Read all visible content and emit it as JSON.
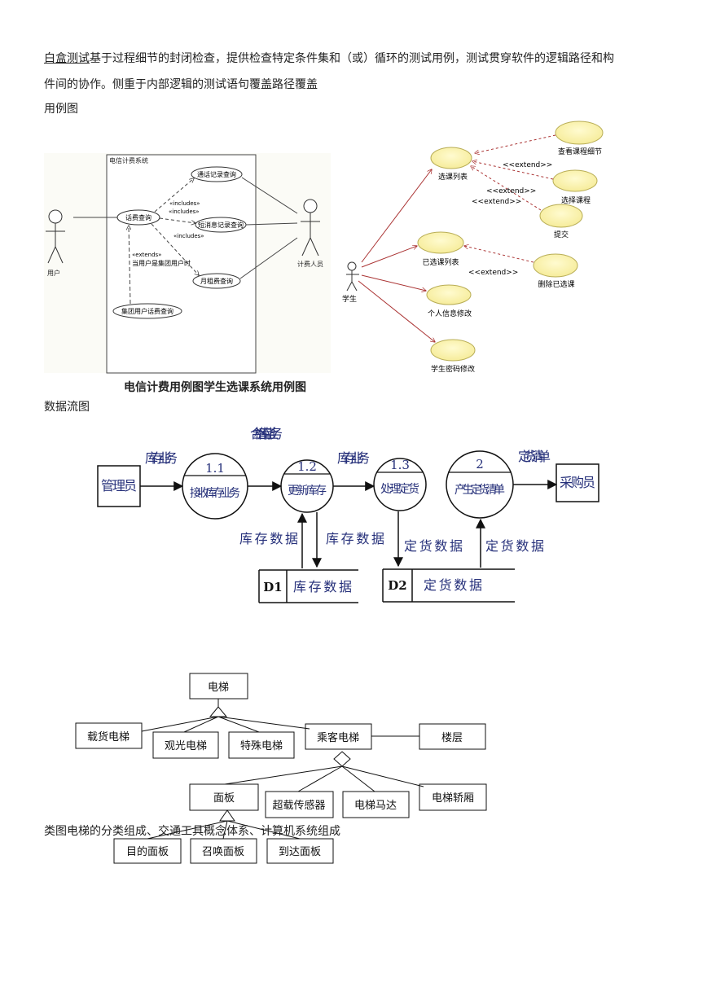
{
  "intro": {
    "term": "白盒测试",
    "line1_rest": "基于过程细节的封闭检查，提供检查特定条件集和（或）循环的测试用例，测试贯穿软件的逻辑路径和构",
    "line2": "件间的协作。侧重于内部逻辑的测试语句覆盖路径覆盖"
  },
  "usecase_heading": "用例图",
  "telecom": {
    "system_title": "电信计费系统",
    "actor_user": "用户",
    "actor_billing": "计费人员",
    "uc_query": "话费查询",
    "uc_call_record": "通话记录查询",
    "uc_sms_record": "短消息记录查询",
    "uc_monthly": "月租费查询",
    "uc_group": "集团用户话费查询",
    "rel_includes_1": "«includes»",
    "rel_includes_2": "«includes»",
    "rel_includes_3": "«includes»",
    "rel_extends": "«extends»",
    "rel_condition": "当用户是集团用户时"
  },
  "student": {
    "actor": "学生",
    "uc_course_list": "选课列表",
    "uc_view_detail": "查看课程细节",
    "uc_select": "选择课程",
    "uc_submit": "提交",
    "uc_selected": "已选课列表",
    "uc_delete": "删除已选课",
    "uc_info": "个人信息修改",
    "uc_password": "学生密码修改",
    "ext_1": "<<extend>>",
    "ext_2": "<<extend>>",
    "ext_3": "<<extend>>",
    "ext_4": "<<extend>>"
  },
  "usecase_caption": "电信计费用例图学生选课系统用例图",
  "dfd_heading": "数据流图",
  "dfd": {
    "ext_manager": "管理员",
    "ext_purchaser": "采购员",
    "p1_id": "1.1",
    "p1_name": "接收库存业务",
    "p2_id": "1.2",
    "p2_name": "更新库存",
    "p3_id": "1.3",
    "p3_name": "处理定货",
    "p4_id": "2",
    "p4_name": "产生定货清单",
    "flow_inv_business_1": "库存业务",
    "flow_qualified": "合格库存业务",
    "flow_inv_business_2": "库存业务",
    "flow_order_list": "定货清单",
    "flow_inv_data_1": "库存数据",
    "flow_inv_data_2": "库存数据",
    "flow_order_data_1": "定货数据",
    "flow_order_data_2": "定货数据",
    "d1_id": "D1",
    "d1_name": "库存数据",
    "d2_id": "D2",
    "d2_name": "定货数据"
  },
  "classdiagram": {
    "elevator": "电梯",
    "freight": "载货电梯",
    "sightseeing": "观光电梯",
    "special": "特殊电梯",
    "passenger": "乘客电梯",
    "floor": "楼层",
    "panel": "面板",
    "overload": "超载传感器",
    "motor": "电梯马达",
    "cabin": "电梯轿厢",
    "dest_panel": "目的面板",
    "call_panel": "召唤面板",
    "arrive_panel": "到达面板"
  },
  "class_caption": "类图电梯的分类组成、交通工具概念体系、计算机系统组成"
}
